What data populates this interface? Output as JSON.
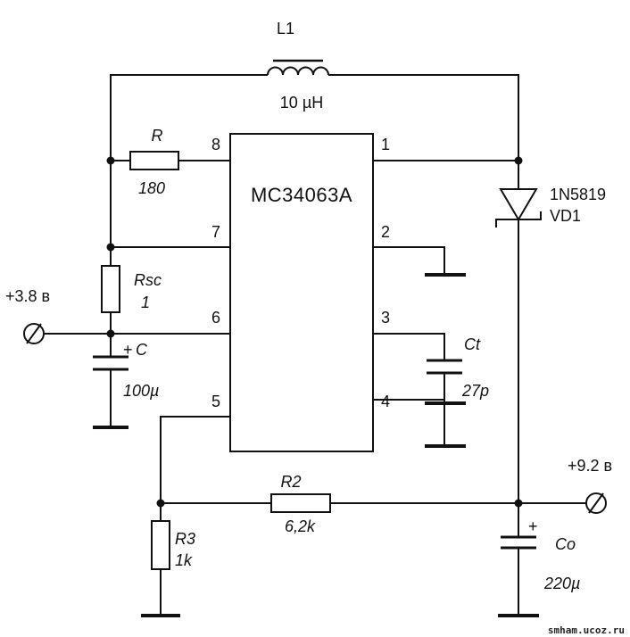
{
  "chip": {
    "name": "MC34063A",
    "pins": {
      "p1": "1",
      "p2": "2",
      "p3": "3",
      "p4": "4",
      "p5": "5",
      "p6": "6",
      "p7": "7",
      "p8": "8"
    }
  },
  "components": {
    "inductor": {
      "ref": "L1",
      "value": "10 µH"
    },
    "r": {
      "ref": "R",
      "value": "180"
    },
    "rsc": {
      "ref": "Rsc",
      "value": "1"
    },
    "c_in": {
      "ref": "C",
      "value": "100µ",
      "polarity": "+"
    },
    "ct": {
      "ref": "Ct",
      "value": "27p"
    },
    "diode": {
      "ref": "VD1",
      "part": "1N5819"
    },
    "r2": {
      "ref": "R2",
      "value": "6,2k"
    },
    "r3": {
      "ref": "R3",
      "value": "1k"
    },
    "co": {
      "ref": "Co",
      "value": "220µ",
      "polarity": "+"
    }
  },
  "terminals": {
    "input": "+3.8 в",
    "output": "+9.2 в"
  },
  "watermark": "smham.ucoz.ru",
  "colors": {
    "ink": "#111111",
    "background": "#ffffff"
  }
}
